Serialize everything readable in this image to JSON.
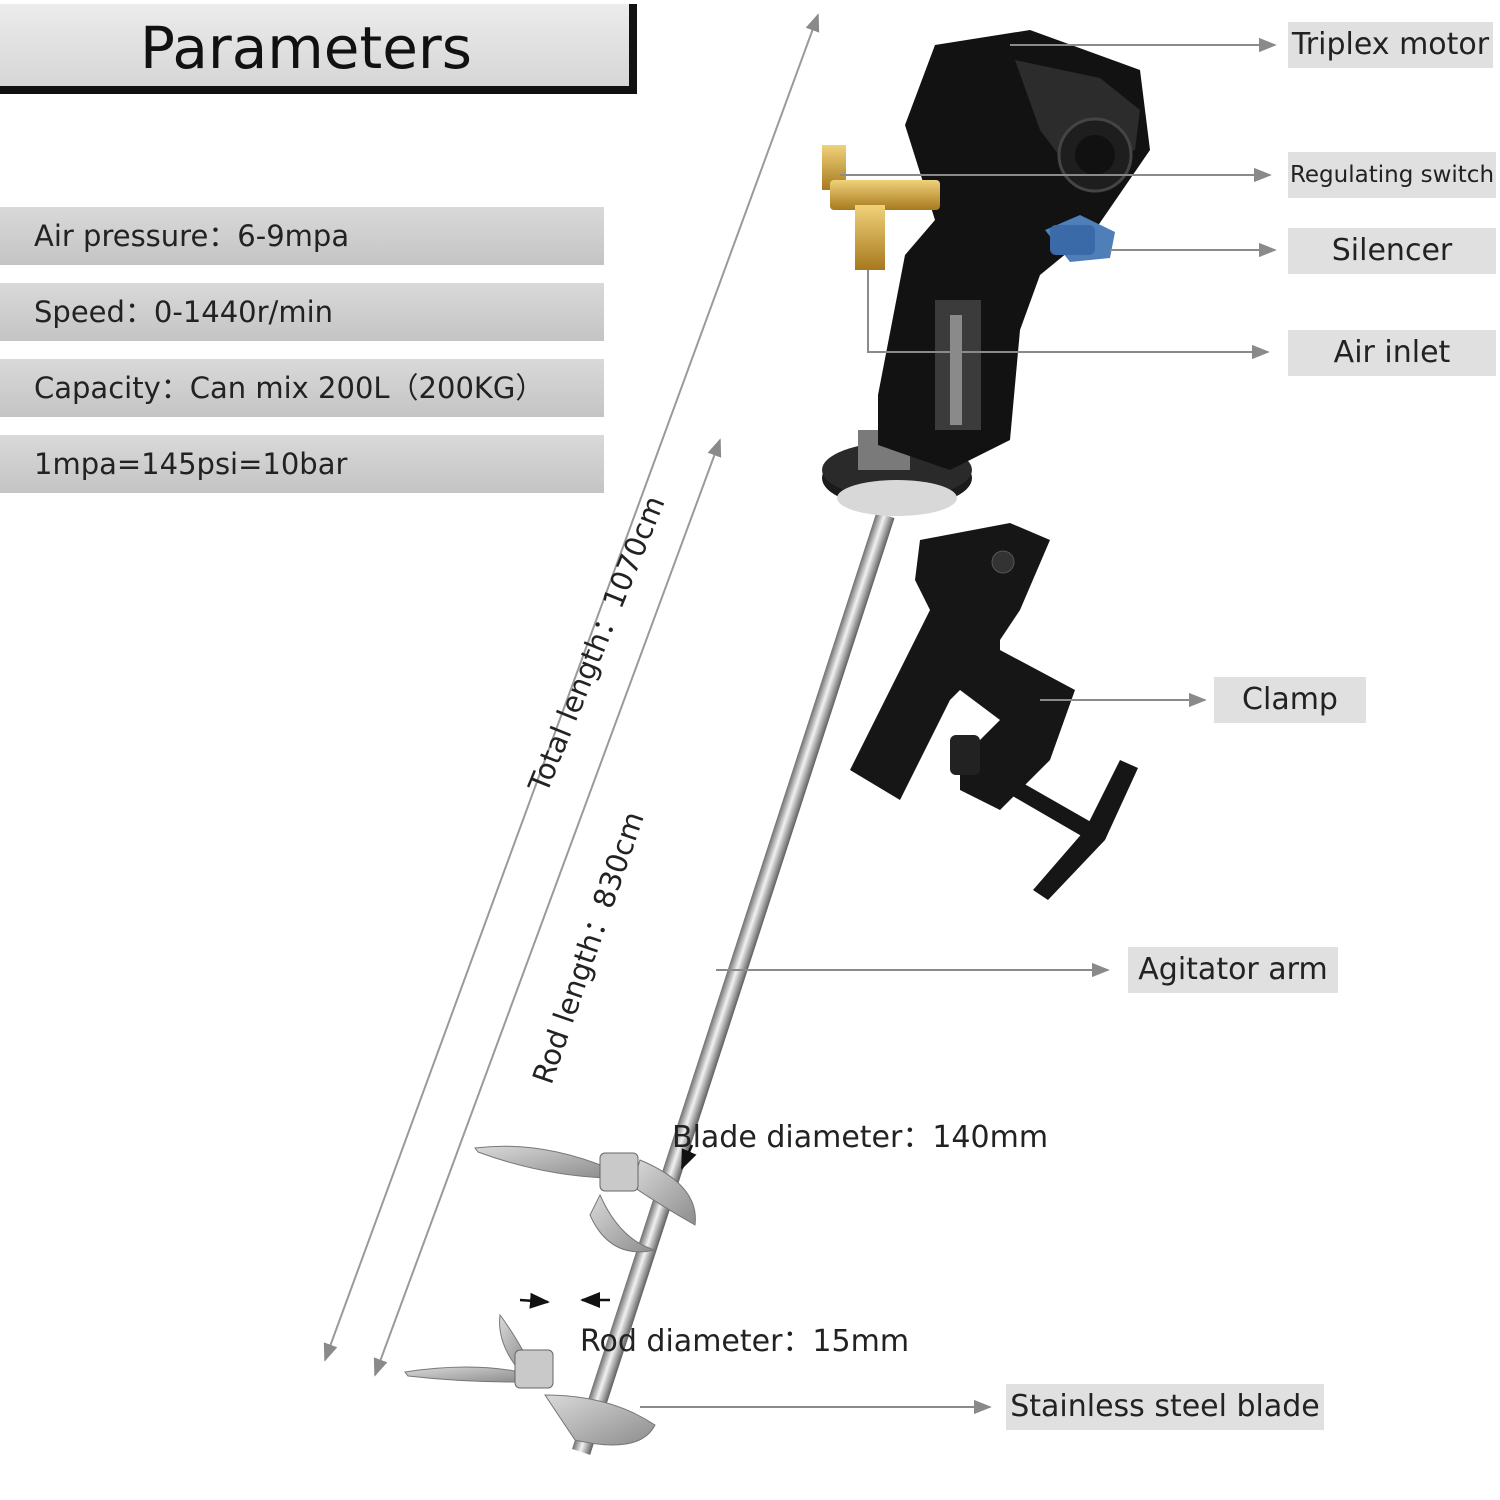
{
  "title": "Parameters",
  "parameters": [
    "Air pressure：6-9mpa",
    "Speed：0-1440r/min",
    "Capacity：Can mix 200L（200KG）",
    "1mpa=145psi=10bar"
  ],
  "labels": {
    "triplex_motor": "Triplex motor",
    "regulating_switch": "Regulating switch",
    "silencer": "Silencer",
    "air_inlet": "Air inlet",
    "clamp": "Clamp",
    "agitator_arm": "Agitator arm",
    "stainless_steel_blade": "Stainless steel blade"
  },
  "dimensions": {
    "total_length": "Total length：1070cm",
    "rod_length": "Rod length：830cm",
    "blade_diameter": "Blade diameter：140mm",
    "rod_diameter": "Rod diameter：15mm"
  }
}
